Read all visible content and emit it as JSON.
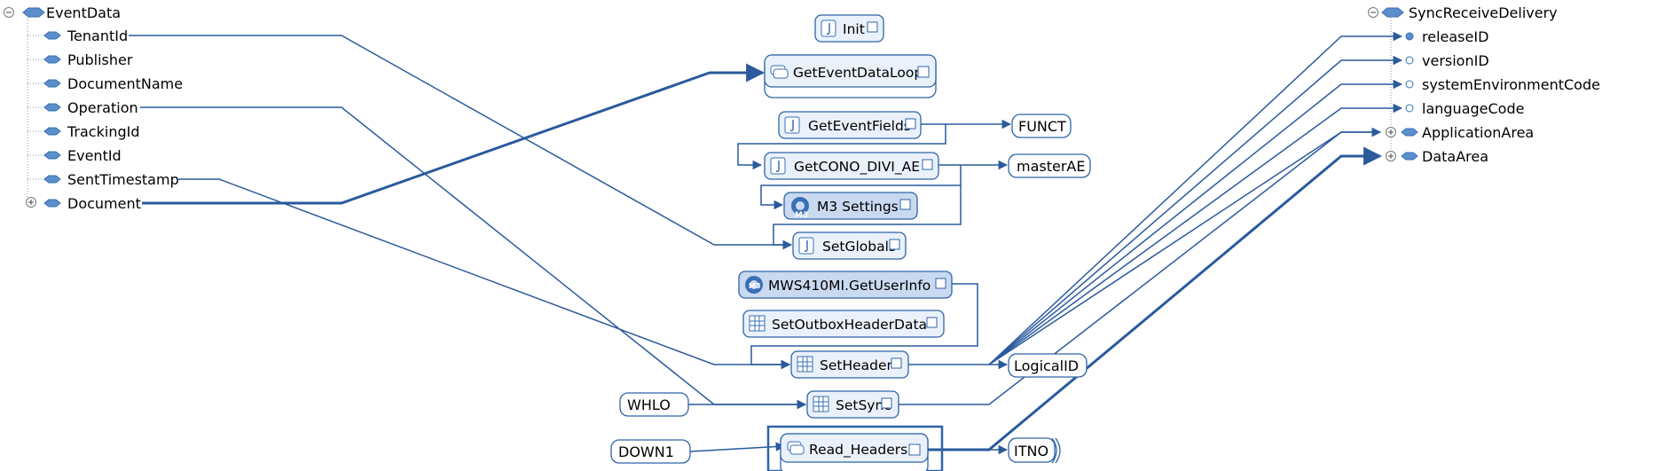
{
  "left_tree": {
    "root": "EventData",
    "fields": [
      "TenantId",
      "Publisher",
      "DocumentName",
      "Operation",
      "TrackingId",
      "EventId",
      "SentTimestamp",
      "Document"
    ]
  },
  "right_tree": {
    "root": "SyncReceiveDelivery",
    "fields": [
      "releaseID",
      "versionID",
      "systemEnvironmentCode",
      "languageCode",
      "ApplicationArea",
      "DataArea"
    ]
  },
  "functions": {
    "init": "Init",
    "get_event_data_loop": "GetEventDataLoop",
    "get_event_fields": "GetEventFields",
    "get_cono_divi_ae": "GetCONO_DIVI_AE",
    "m3_settings": "M3 Settings",
    "set_globals": "SetGlobals",
    "mws410mi": "MWS410MI.GetUserInfo",
    "set_outbox_header_data": "SetOutboxHeaderData",
    "set_header": "SetHeader",
    "set_sync": "SetSync",
    "read_headers": "Read_Headers"
  },
  "variables": {
    "funct": "FUNCT",
    "master_ae": "masterAE",
    "logical_id": "LogicalID",
    "itno": "ITNO",
    "whlo": "WHLO",
    "down1": "DOWN1"
  },
  "icons": {
    "m3_badge": "M3"
  },
  "colors": {
    "line": "#2a5a9c",
    "node_border": "#2f64a8",
    "node_fill": "#eaf1fb",
    "node_fill_selected": "#c9d9f0",
    "icon": "#3a6fb5"
  }
}
